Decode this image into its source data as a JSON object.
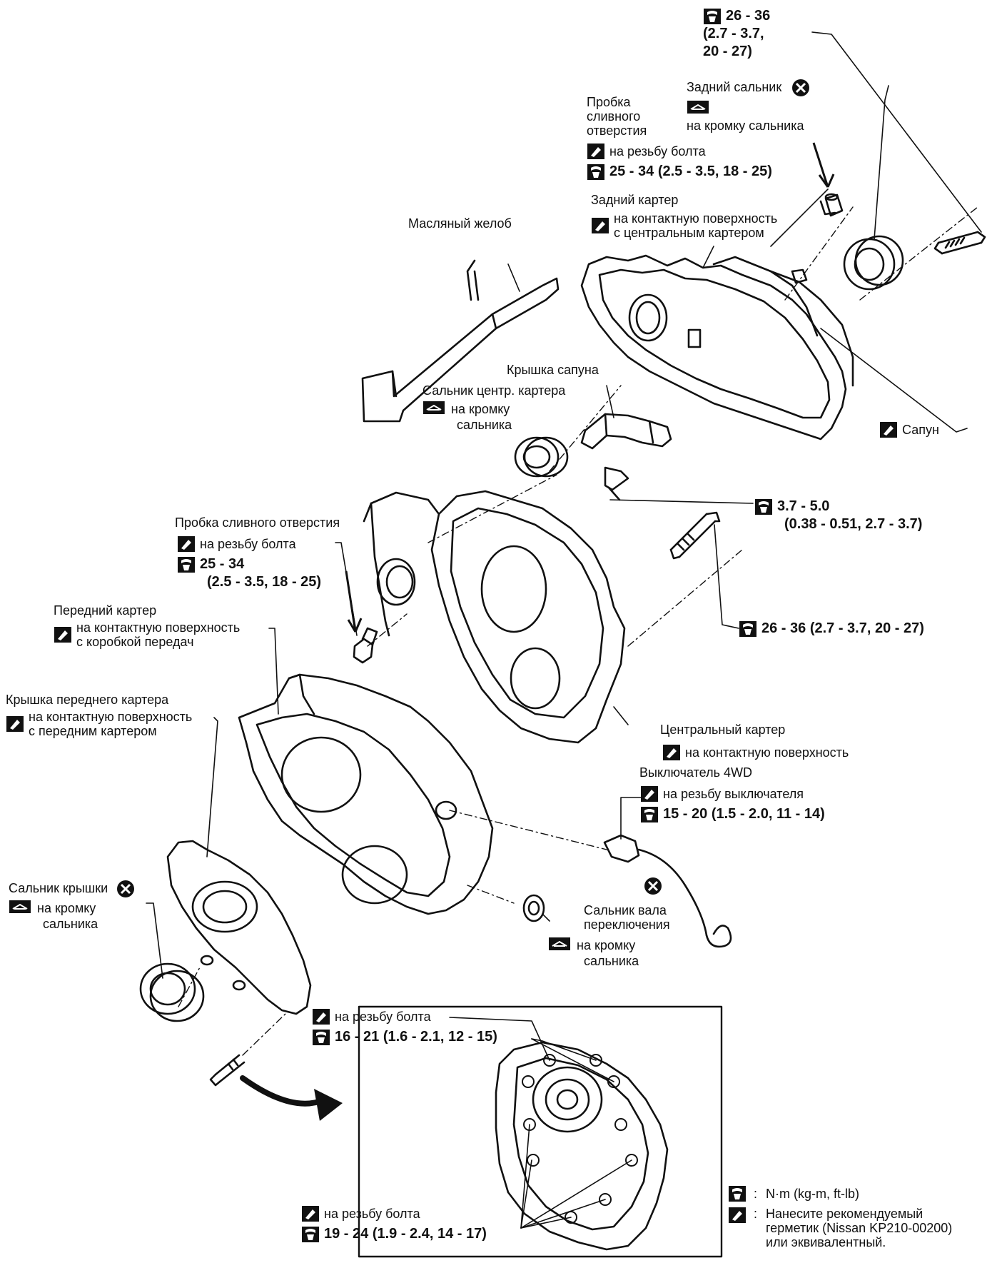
{
  "labels": {
    "torque_top": [
      "26 - 36",
      "(2.7 - 3.7,",
      "20 - 27)"
    ],
    "rear_seal": "Задний сальник",
    "rear_seal_note": "на кромку сальника",
    "drain_plug_rear": [
      "Пробка",
      "сливного",
      "отверстия"
    ],
    "drain_plug_rear_note": "на резьбу болта",
    "drain_plug_rear_torque": "25 - 34 (2.5 - 3.5, 18 - 25)",
    "rear_case": "Задний картер",
    "rear_case_note": [
      "на контактную поверхность",
      "с центральным картером"
    ],
    "oil_gutter": "Масляный желоб",
    "breather_cover": "Крышка сапуна",
    "center_seal": "Сальник центр. картера",
    "center_seal_note": [
      "на кромку",
      "сальника"
    ],
    "breather": "Сапун",
    "breather_bolt_torque": [
      "3.7 - 5.0",
      "(0.38 - 0.51, 2.7 - 3.7)"
    ],
    "drain_plug_front": "Пробка сливного отверстия",
    "drain_plug_front_note": "на резьбу болта",
    "drain_plug_front_torque": [
      "25 - 34",
      "(2.5 - 3.5, 18 - 25)"
    ],
    "center_bolt_torque": "26 - 36 (2.7 - 3.7, 20 - 27)",
    "front_case": "Передний картер",
    "front_case_note": [
      "на контактную поверхность",
      "с коробкой передач"
    ],
    "front_cover": "Крышка переднего картера",
    "front_cover_note": [
      "на контактную поверхность",
      "с передним картером"
    ],
    "center_case": "Центральный картер",
    "center_case_note": "на контактную поверхность",
    "switch_4wd": "Выключатель 4WD",
    "switch_4wd_note": "на резьбу выключателя",
    "switch_4wd_torque": "15 - 20 (1.5 - 2.0, 11 - 14)",
    "cover_seal": "Сальник крышки",
    "cover_seal_note": [
      "на кромку",
      "сальника"
    ],
    "shift_shaft_seal": [
      "Сальник вала",
      "переключения"
    ],
    "shift_shaft_seal_note": [
      "на кромку",
      "сальника"
    ],
    "inset_top_note": "на резьбу болта",
    "inset_top_torque": "16 - 21 (1.6 - 2.1, 12 - 15)",
    "inset_bottom_note": "на резьбу болта",
    "inset_bottom_torque": "19 - 24 (1.9 - 2.4, 14 - 17)"
  },
  "legend": {
    "torque_units": "N·m (kg-m, ft-lb)",
    "sealant": [
      "Нанесите рекомендуемый",
      "герметик (Nissan KP210-00200)",
      "или эквивалентный."
    ],
    "separator": ":"
  },
  "icons": {
    "torque": "torque-wrench-icon",
    "sealant": "sealant-tube-icon",
    "lip_grease": "seal-lip-grease-icon",
    "discard": "do-not-reuse-icon"
  }
}
